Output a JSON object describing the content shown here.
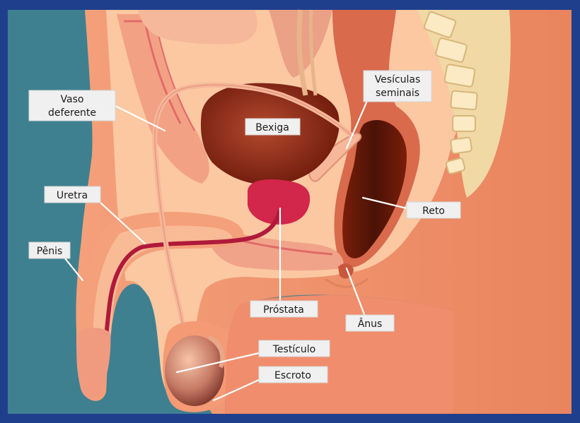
{
  "colors": {
    "frame": "#1f3f8c",
    "background": "#3e8090",
    "skin": "#f7a57e",
    "tissue": "#fbc8a2",
    "bladder": "#8a2a16",
    "prostate": "#d2264a",
    "rectum": "#5a1608",
    "urethra": "#b01a3a",
    "label_bg": "#f0f0f0"
  },
  "labels": {
    "vaso_deferente_1": "Vaso",
    "vaso_deferente_2": "deferente",
    "uretra": "Uretra",
    "penis": "Pênis",
    "bexiga": "Bexiga",
    "vesiculas_1": "Vesículas",
    "vesiculas_2": "seminais",
    "reto": "Reto",
    "prostata": "Próstata",
    "anus": "Ânus",
    "testiculo": "Testículo",
    "escroto": "Escroto"
  }
}
